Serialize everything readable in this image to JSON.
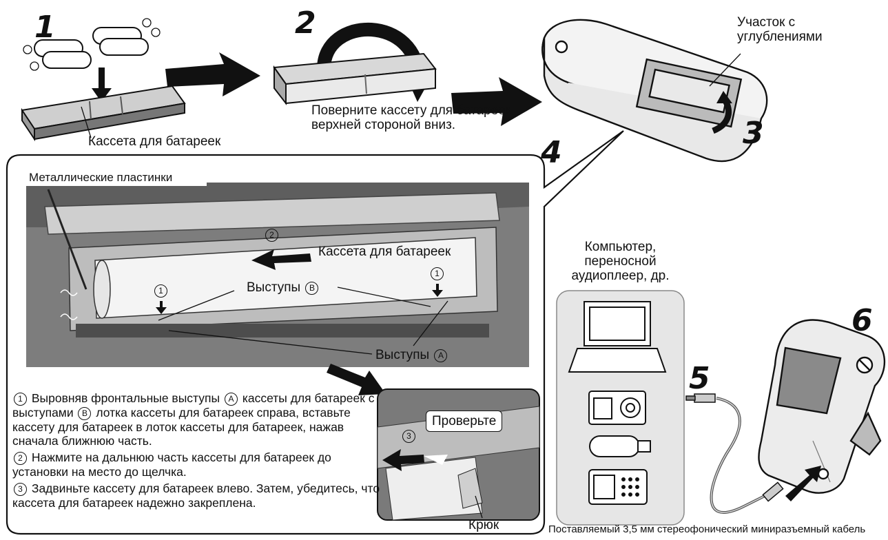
{
  "steps": [
    "1",
    "2",
    "3",
    "4",
    "5",
    "6"
  ],
  "labels": {
    "battery_cassette_1": "Кассета для батареек",
    "flip_instruction_line1": "Поверните кассету для батареек",
    "flip_instruction_line2": "верхней стороной вниз.",
    "grooved_area_line1": "Участок с",
    "grooved_area_line2": "углублениями",
    "metal_plates": "Металлические пластинки",
    "battery_cassette_2": "Кассета для батареек",
    "tabs_b": "Выступы",
    "tabs_a": "Выступы",
    "check": "Проверьте",
    "hook": "Крюк",
    "device_line1": "Компьютер,",
    "device_line2": "переносной",
    "device_line3": "аудиоплеер, др.",
    "cable": "Поставляемый 3,5 мм стереофонический миниразъемный кабель"
  },
  "markers": {
    "b": "B",
    "a": "A",
    "one": "1",
    "two": "2",
    "three": "3"
  },
  "instructions": {
    "one_prefix": "Выровняв фронтальные выступы",
    "one_mid": "кассеты для батареек с выступами",
    "one_suffix": "лотка кассеты для батареек справа, вставьте кассету для батареек в лоток кассеты для батареек, нажав сначала ближнюю часть.",
    "two": "Нажмите на дальнюю часть кассеты для батареек до установки на место до щелчка.",
    "three": "Задвиньте кассету для батареек влево. Затем, убедитесь, что кассета для батареек надежно закреплена."
  },
  "colors": {
    "ink": "#111111",
    "gray": "#8a8a8a",
    "dark_gray": "#555555",
    "light_gray": "#d8d8d8",
    "device_panel": "#e6e6e6"
  }
}
